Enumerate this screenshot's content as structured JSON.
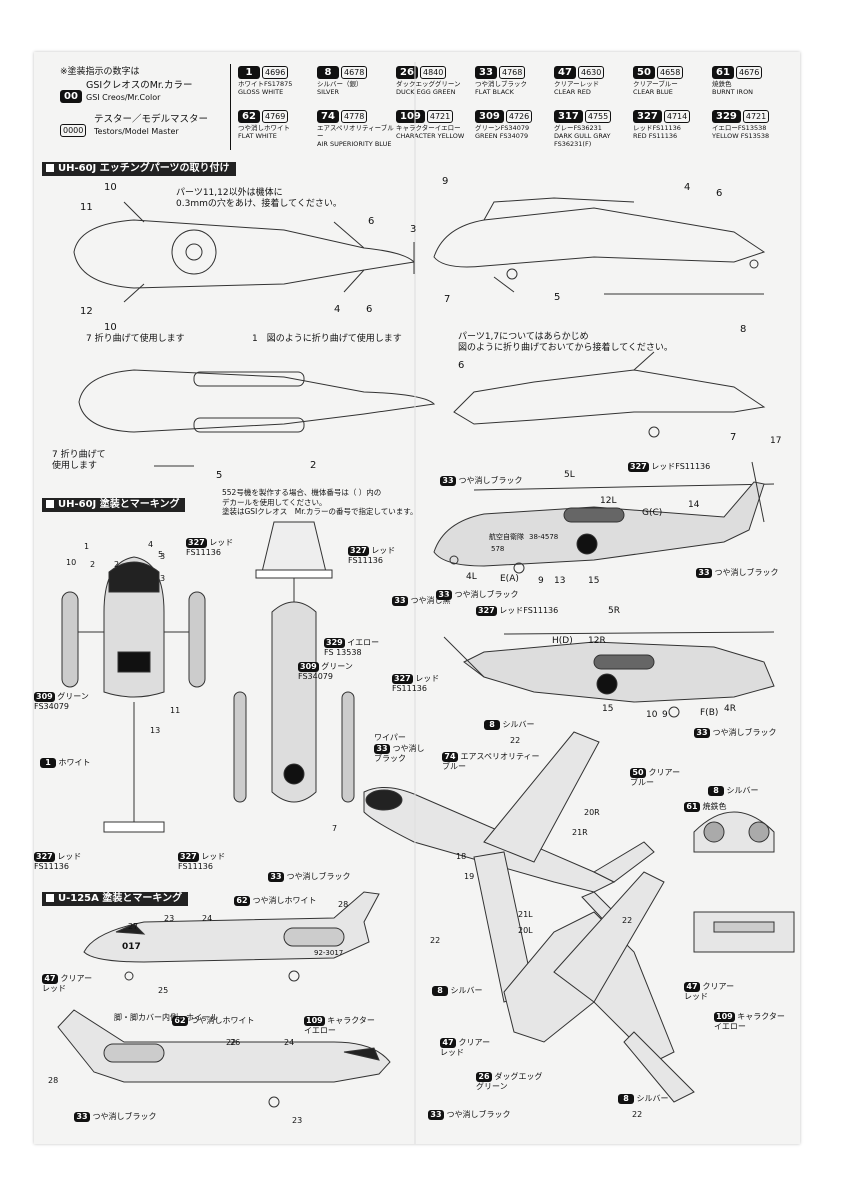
{
  "legend": {
    "title": "※塗装指示の数字は",
    "gsi_code": "00",
    "gsi_label_jp": "GSIクレオスのMr.カラー",
    "gsi_label_en": "GSI Creos/Mr.Color",
    "testors_code": "0000",
    "testors_label_jp": "テスター／モデルマスター",
    "testors_label_en": "Testors/Model Master"
  },
  "colors": [
    {
      "num": "1",
      "code": "4696",
      "jp": "ホワイトFS17875",
      "en": "GLOSS WHITE"
    },
    {
      "num": "8",
      "code": "4678",
      "jp": "シルバー（銀）",
      "en": "SILVER"
    },
    {
      "num": "26",
      "code": "4840",
      "jp": "ダックエッググリーン",
      "en": "DUCK EGG GREEN"
    },
    {
      "num": "33",
      "code": "4768",
      "jp": "つや消しブラック",
      "en": "FLAT BLACK"
    },
    {
      "num": "47",
      "code": "4630",
      "jp": "クリアーレッド",
      "en": "CLEAR RED"
    },
    {
      "num": "50",
      "code": "4658",
      "jp": "クリアーブルー",
      "en": "CLEAR BLUE"
    },
    {
      "num": "61",
      "code": "4676",
      "jp": "焼鉄色",
      "en": "BURNT IRON"
    },
    {
      "num": "62",
      "code": "4769",
      "jp": "つや消しホワイト",
      "en": "FLAT WHITE"
    },
    {
      "num": "74",
      "code": "4778",
      "jp": "エアスペリオリティーブルー",
      "en": "AIR SUPERIORITY BLUE"
    },
    {
      "num": "109",
      "code": "4721",
      "jp": "キャラクターイエロー",
      "en": "CHARACTER YELLOW"
    },
    {
      "num": "309",
      "code": "4726",
      "jp": "グリーンFS34079",
      "en": "GREEN FS34079"
    },
    {
      "num": "317",
      "code": "4755",
      "jp": "グレーFS36231",
      "en": "DARK GULL GRAY FS36231(F)"
    },
    {
      "num": "327",
      "code": "4714",
      "jp": "レッドFS11136",
      "en": "RED FS11136"
    },
    {
      "num": "329",
      "code": "4721",
      "jp": "イエローFS13538",
      "en": "YELLOW FS13538"
    }
  ],
  "sections": {
    "etching": "UH-60J エッチングパーツの取り付け",
    "uh60_marking": "UH-60J 塗装とマーキング",
    "u125_marking": "U-125A 塗装とマーキング"
  },
  "notes": {
    "drill": "パーツ11,12以外は機体に\n0.3mmの穴をあけ、接着してください。",
    "fold7": "7 折り曲げて使用します",
    "fold1": "1　図のように折り曲げて使用します",
    "fold7b": "7 折り曲げて\n使用します",
    "parts17": "パーツ1,7についてはあらかじめ\n図のように折り曲げておいてから接着してください。",
    "no552": "552号機を製作する場合、機体番号は（ ）内の\nデカールを使用してください。\n塗装はGSIクレオス　Mr.カラーの番号で指定しています。"
  },
  "part_numbers": {
    "top_left": [
      "10",
      "11",
      "6",
      "12",
      "10",
      "4",
      "6"
    ],
    "top_right": [
      "9",
      "4",
      "6",
      "3",
      "7",
      "5"
    ],
    "mid_left": [
      "2",
      "5"
    ],
    "mid_right": [
      "6",
      "8",
      "7"
    ]
  },
  "uh60_callouts": [
    {
      "badge": "33",
      "text": "つや消しブラック"
    },
    {
      "badge": "327",
      "text": "レッドFS11136"
    },
    {
      "badge": "33",
      "text": "つや消しブラック"
    },
    {
      "badge": "33",
      "text": "つや消しブラック"
    },
    {
      "badge": "33",
      "text": "つや消し黒"
    },
    {
      "badge": "327",
      "text": "レッドFS11136"
    },
    {
      "badge": "327",
      "text": "レッド\nFS11136"
    },
    {
      "badge": "33",
      "text": "つや消しブラック"
    },
    {
      "badge": "327",
      "text": "レッド\nFS11136"
    },
    {
      "badge": "327",
      "text": "レッド\nFS11136"
    },
    {
      "badge": "329",
      "text": "イエロー\nFS 13538"
    },
    {
      "badge": "309",
      "text": "グリーン\nFS34079"
    },
    {
      "badge": "309",
      "text": "グリーン\nFS34079"
    },
    {
      "badge": "1",
      "text": "ホワイト"
    },
    {
      "badge": "327",
      "text": "レッド\nFS11136"
    },
    {
      "badge": "327",
      "text": "レッド\nFS11136"
    },
    {
      "badge": "33",
      "text": "つや消しブラック"
    }
  ],
  "uh60_labels": {
    "side1": [
      "5L",
      "12L",
      "G(C)",
      "14",
      "17",
      "4L",
      "E(A)",
      "9",
      "13",
      "15"
    ],
    "side2": [
      "5R",
      "12R",
      "H(D)",
      "15",
      "10",
      "9",
      "F(B)",
      "4R"
    ],
    "top": [
      "1",
      "2",
      "3",
      "4",
      "10",
      "2",
      "5",
      "3",
      "11",
      "13",
      "7"
    ],
    "reg1": "38-4578",
    "reg2": "578",
    "jasdf": "航空自衛隊"
  },
  "u125_callouts": [
    {
      "badge": "62",
      "text": "つや消しホワイト"
    },
    {
      "badge": "47",
      "text": "クリアー\nレッド"
    },
    {
      "badge": "62",
      "text": "つや消しホワイト"
    },
    {
      "badge": "109",
      "text": "キャラクター\nイエロー"
    },
    {
      "badge": "33",
      "text": "つや消しブラック"
    },
    {
      "badge": "33",
      "text": "つや消しブラック"
    },
    {
      "badge": "8",
      "text": "シルバー"
    },
    {
      "badge": "33",
      "text": "つや消し\nブラック"
    },
    {
      "badge": "74",
      "text": "エアスペリオリティー\nブルー"
    },
    {
      "badge": "50",
      "text": "クリアー\nブルー"
    },
    {
      "badge": "8",
      "text": "シルバー"
    },
    {
      "badge": "61",
      "text": "焼鉄色"
    },
    {
      "badge": "8",
      "text": "シルバー"
    },
    {
      "badge": "47",
      "text": "クリアー\nレッド"
    },
    {
      "badge": "26",
      "text": "ダッグエッグ\nグリーン"
    },
    {
      "badge": "8",
      "text": "シルバー"
    },
    {
      "badge": "47",
      "text": "クリアー\nレッド"
    },
    {
      "badge": "109",
      "text": "キャラクター\nイエロー"
    }
  ],
  "u125_labels": {
    "gear_note": "脚・脚カバー内側・ホイール",
    "wiper": "ワイパー",
    "nums": [
      "23",
      "24",
      "27",
      "28",
      "25",
      "22",
      "26",
      "24",
      "28",
      "23",
      "22",
      "20R",
      "21R",
      "18",
      "19",
      "21L",
      "20L",
      "22",
      "22",
      "22"
    ],
    "reg": "92-3017",
    "tail_num": "017"
  }
}
